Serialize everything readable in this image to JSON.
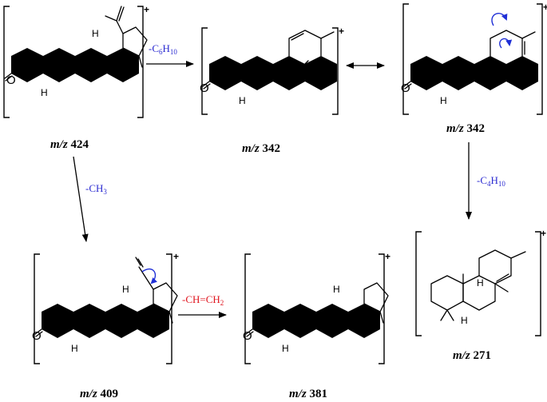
{
  "colors": {
    "loss_blue": "#2b2bd1",
    "loss_red": "#e0141e",
    "electron_arrow": "#1f2fd6"
  },
  "ions": [
    {
      "id": "ion-424",
      "mz_prefix": "m/z",
      "mz_value": "424",
      "charge": "+"
    },
    {
      "id": "ion-342a",
      "mz_prefix": "m/z",
      "mz_value": "342",
      "charge": "+"
    },
    {
      "id": "ion-342b",
      "mz_prefix": "m/z",
      "mz_value": "342",
      "charge": "+"
    },
    {
      "id": "ion-271",
      "mz_prefix": "m/z",
      "mz_value": "271",
      "charge": "+"
    },
    {
      "id": "ion-409",
      "mz_prefix": "m/z",
      "mz_value": "409",
      "charge": "+"
    },
    {
      "id": "ion-381",
      "mz_prefix": "m/z",
      "mz_value": "381",
      "charge": "+"
    }
  ],
  "atom_labels": {
    "oxygen": "O",
    "hydrogen": "H"
  },
  "losses": {
    "c6h10": {
      "prefix": "-C",
      "n1": "6",
      "h": "H",
      "n2": "10"
    },
    "ch3": {
      "prefix": "-CH",
      "n1": "3"
    },
    "c4h10": {
      "prefix": "-C",
      "n1": "4",
      "h": "H",
      "n2": "10"
    },
    "ethene": {
      "prefix": "-CH=CH",
      "n1": "2"
    }
  }
}
